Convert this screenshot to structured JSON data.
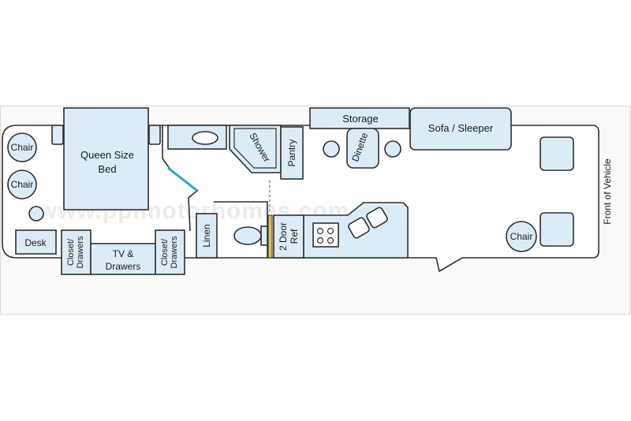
{
  "labels": {
    "chair": "Chair",
    "queen_bed_line1": "Queen Size",
    "queen_bed_line2": "Bed",
    "desk": "Desk",
    "closet_line1": "Closet/",
    "closet_line2": "Drawers",
    "tv_line1": "TV &",
    "tv_line2": "Drawers",
    "linen": "Linen",
    "shower": "Shower",
    "pantry": "Pantry",
    "storage": "Storage",
    "dinette": "Dinette",
    "sofa_sleeper": "Sofa / Sleeper",
    "ref_line1": "2 Door",
    "ref_line2": "Ref",
    "front_of_vehicle": "Front of Vehicle"
  },
  "watermark": "www.pplmotorhomes.com",
  "colors": {
    "fixture_fill": "#dcecf7",
    "outline": "#2f2f2f",
    "slide_door": "#2aa0c8",
    "fridge_door": "#d8c35a"
  }
}
